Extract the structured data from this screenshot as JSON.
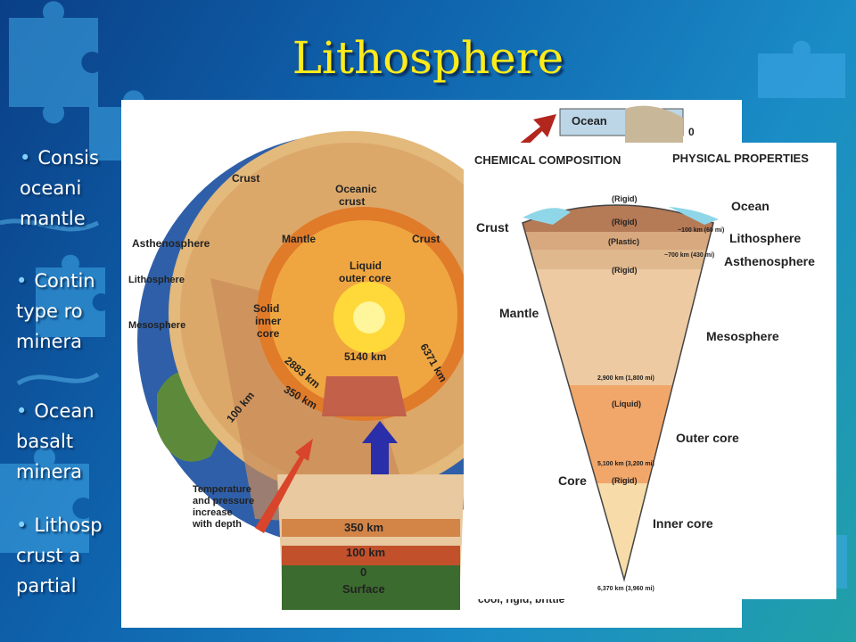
{
  "title": "Lithosphere",
  "bullets": [
    {
      "text": "Consis\noceani\nmantle"
    },
    {
      "text": "Contin\ntype ro\nminera"
    },
    {
      "text": "Ocean\nbasalt\nminera"
    },
    {
      "text": "Lithosp\ncrust a\npartial"
    }
  ],
  "earth_cutaway": {
    "labels": {
      "crust": "Crust",
      "oceanic_crust": "Oceanic\ncrust",
      "mantle": "Mantle",
      "crust2": "Crust",
      "asthenosphere": "Asthenosphere",
      "lithosphere": "Lithosphere",
      "mesosphere": "Mesosphere",
      "liquid_outer_core": "Liquid\nouter core",
      "solid_inner_core": "Solid\ninner\ncore",
      "d5140": "5140 km",
      "d6371": "6371 km",
      "d2883": "2883 km",
      "d350": "350 km",
      "d100": "100 km",
      "temp": "Temperature\nand pressure\nincrease\nwith depth",
      "b350": "350 km",
      "b100": "100 km",
      "b0": "0",
      "surface": "Surface",
      "cool": "cool, rigid, brittle",
      "ocean_top": "Ocean",
      "zero_top": "0"
    }
  },
  "section_diagram": {
    "header_left": "CHEMICAL COMPOSITION",
    "header_right": "PHYSICAL PROPERTIES",
    "left_labels": {
      "crust": "Crust",
      "mantle": "Mantle",
      "core": "Core"
    },
    "right_labels": {
      "ocean": "Ocean",
      "lithosphere": "Lithosphere",
      "asthenosphere": "Asthenosphere",
      "mesosphere": "Mesosphere",
      "outer_core": "Outer core",
      "inner_core": "Inner core"
    },
    "states": {
      "rigid1": "(Rigid)",
      "rigid2": "(Rigid)",
      "plastic": "(Plastic)",
      "rigid3": "(Rigid)",
      "liquid": "(Liquid)",
      "rigid4": "(Rigid)"
    },
    "depths": {
      "d100": "~100 km (60 mi)",
      "d700": "~700 km (430 mi)",
      "d2900": "2,900 km (1,800 mi)",
      "d5100": "5,100 km (3,200 mi)",
      "d6370": "6,370 km (3,960 mi)"
    }
  }
}
